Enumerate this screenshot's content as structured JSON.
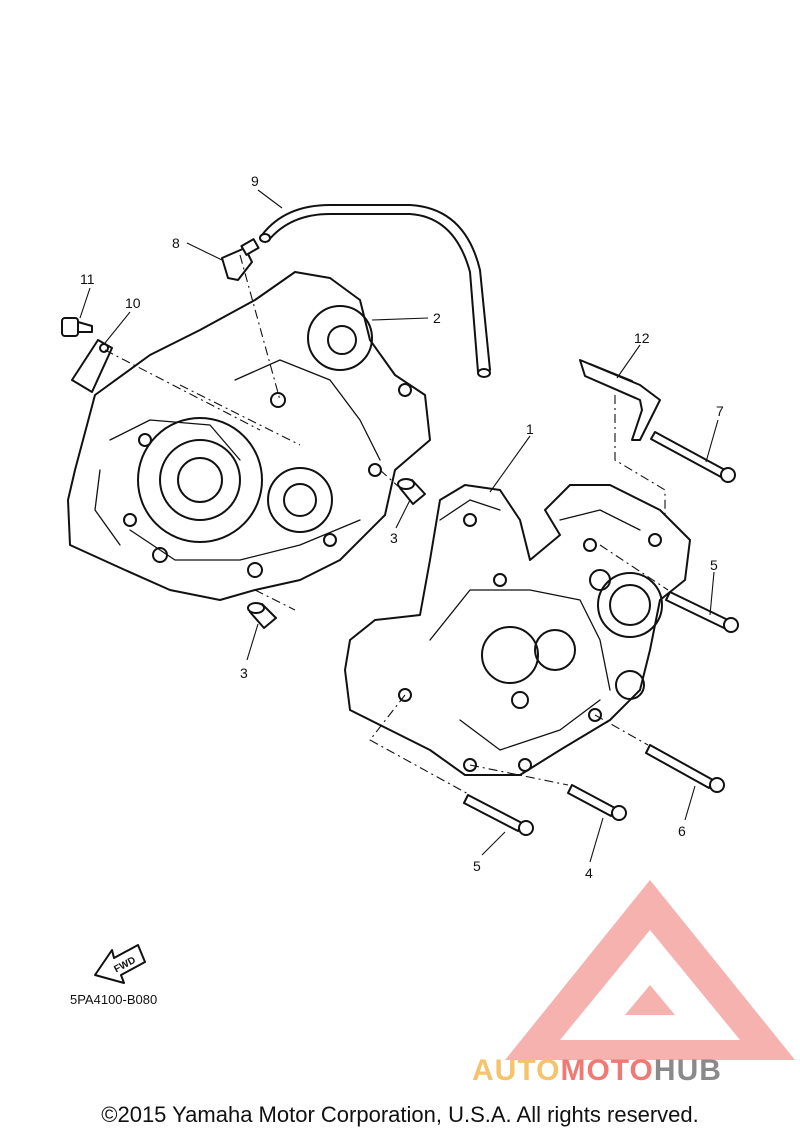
{
  "diagram": {
    "part_code": "5PA4100-B080",
    "fwd_label": "FWD",
    "callouts": {
      "c1": "1",
      "c2": "2",
      "c3a": "3",
      "c3b": "3",
      "c4": "4",
      "c5a": "5",
      "c5b": "5",
      "c6": "6",
      "c7": "7",
      "c8": "8",
      "c9": "9",
      "c10": "10",
      "c11": "11",
      "c12": "12"
    }
  },
  "footer": {
    "copyright": "©2015 Yamaha Motor Corporation, U.S.A. All rights reserved."
  },
  "watermark": {
    "part1": "AUTO",
    "part2": "MOTO",
    "part3": "HUB",
    "colors": {
      "auto": "#f5c36b",
      "moto": "#f07a73",
      "hub": "#8a8a8a",
      "logo": "#f4a5a0"
    }
  }
}
